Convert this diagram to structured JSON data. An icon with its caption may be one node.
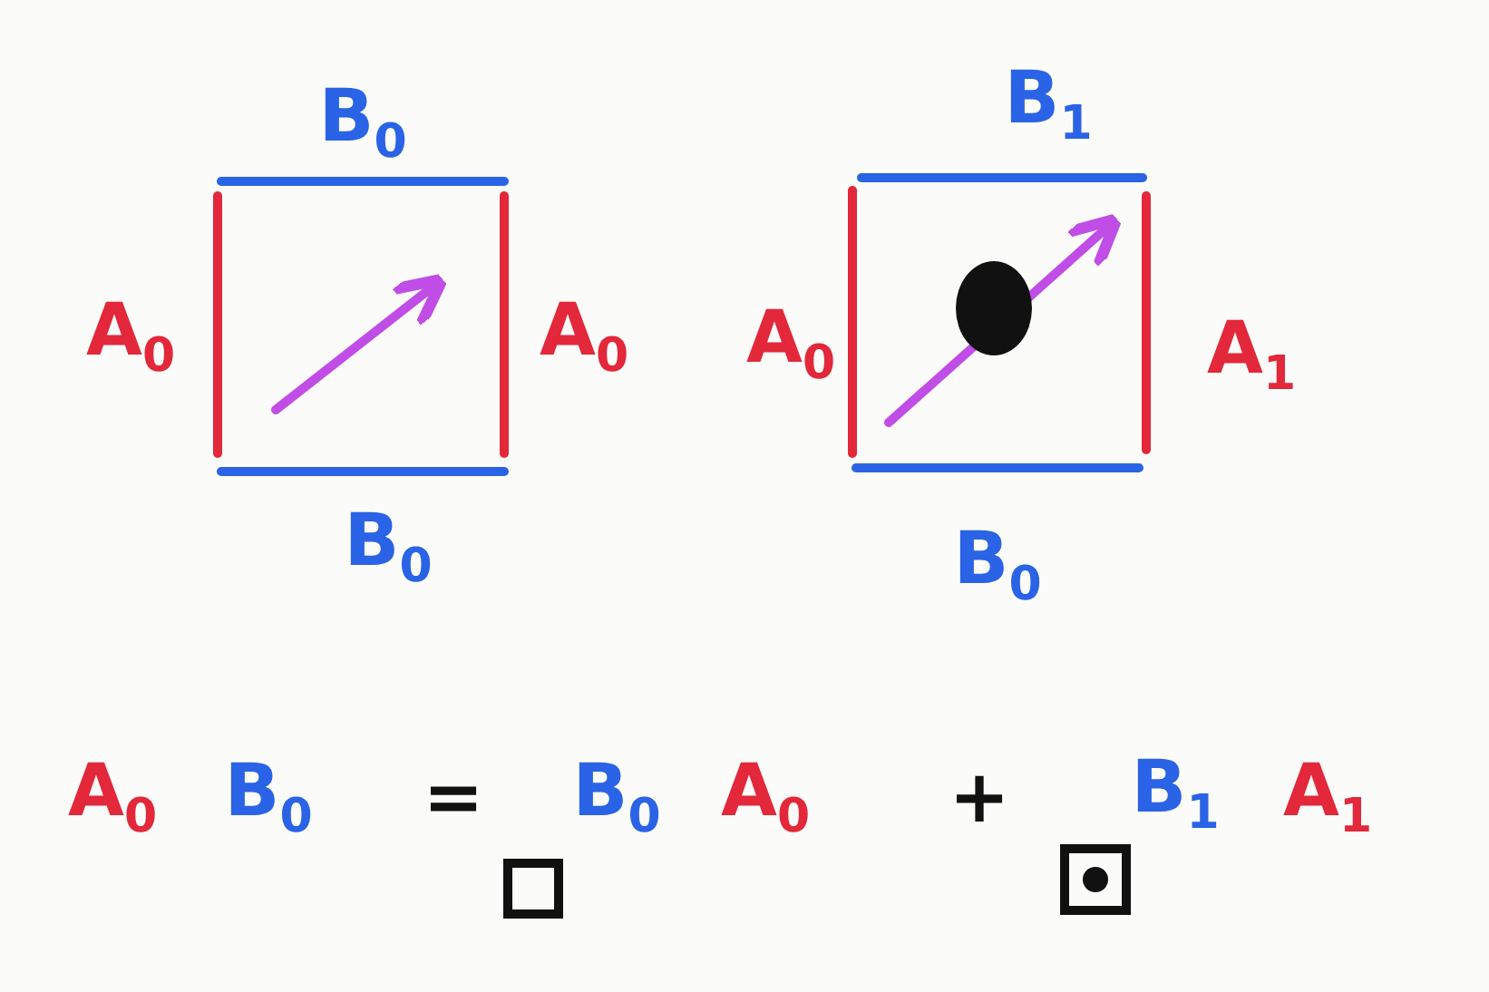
{
  "diagram": {
    "labels": [
      "B$_{0}$",
      "B$_{1}$",
      "A$_{0}$",
      "A$_{0}$",
      "A$_{0}$",
      "A$_{1}$",
      "B$_{0}$",
      "B$_{0}$",
      "A$_{0}$",
      "B$_{0}$",
      "=",
      "B$_{0}$",
      "A$_{0}$",
      "+",
      "B$_{1}$",
      "A$_{1}$"
    ]
  }
}
